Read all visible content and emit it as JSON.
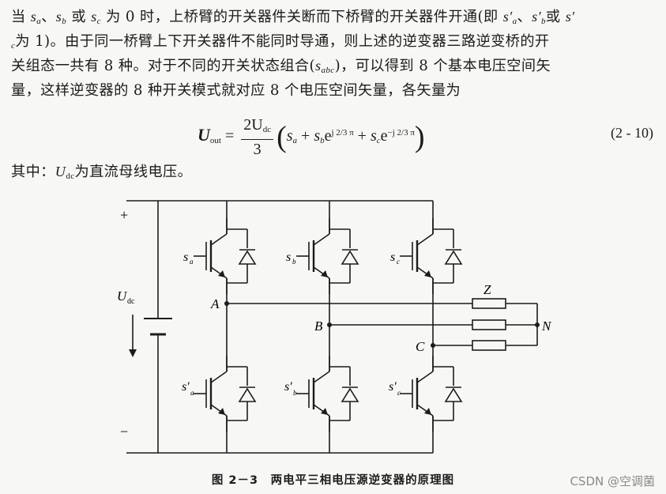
{
  "paragraph": {
    "line1_a": "当 ",
    "s_a": "s",
    "sub_a": "a",
    "sep1": "、",
    "s_b": "s",
    "sub_b": "b",
    "or1": " 或 ",
    "s_c": "s",
    "sub_c": "c",
    "line1_b": " 为 0 时，上桥臂的开关器件关断而下桥臂的开关器件开通(即 ",
    "sp_a": "s′",
    "sep2": "、",
    "sp_b": "s′",
    "or2": "或 ",
    "sp_c": "s′",
    "line2": "为 1)。由于同一桥臂上下开关器件不能同时导通，则上述的逆变器三路逆变桥的开",
    "line3_a": "关组态一共有 8 种。对于不同的开关状态组合(",
    "s_abc": "s",
    "sub_abc": "abc",
    "line3_b": ")，可以得到 8 个基本电压空间矢",
    "line4": "量，这样逆变器的 8 种开关模式就对应 8 个电压空间矢量，各矢量为"
  },
  "equation": {
    "lhs": "U",
    "lhs_sub": "out",
    "eq": " = ",
    "num": "2U",
    "num_sub": "dc",
    "den": "3",
    "sa": "s",
    "sa_sub": "a",
    "plus1": " + ",
    "sb": "s",
    "sb_sub": "b",
    "e1": "e",
    "exp1": "j 2/3 π",
    "plus2": " + ",
    "sc": "s",
    "sc_sub": "c",
    "e2": "e",
    "exp2": "−j 2/3 π",
    "number": "(2 - 10)"
  },
  "where": {
    "prefix": "其中：",
    "u": "U",
    "u_sub": "dc",
    "suffix": "为直流母线电压。"
  },
  "circuit": {
    "plus": "+",
    "minus": "−",
    "udc": "U",
    "udc_sub": "dc",
    "switch_top": [
      "s",
      "s",
      "s"
    ],
    "switch_top_sub": [
      "a",
      "b",
      "c"
    ],
    "switch_bottom": [
      "s′",
      "s′",
      "s′"
    ],
    "switch_bottom_sub": [
      "a",
      "b",
      "c"
    ],
    "node_a": "A",
    "node_b": "B",
    "node_c": "C",
    "load_z": "Z",
    "node_n": "N"
  },
  "caption": "图 2－3　两电平三相电压源逆变器的原理图",
  "watermark": "CSDN @空调菌"
}
